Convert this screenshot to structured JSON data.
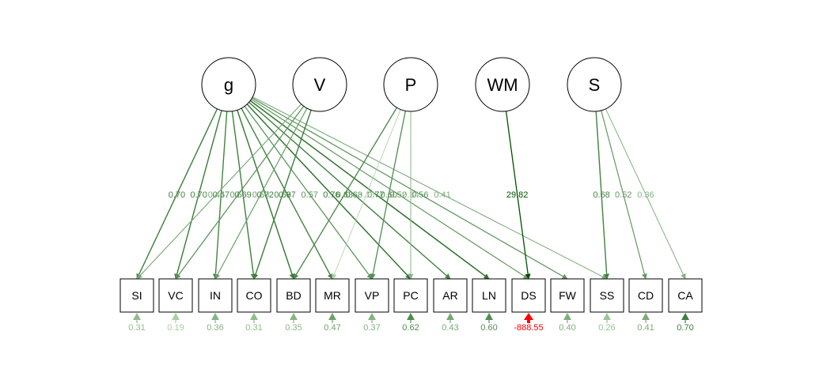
{
  "colors": {
    "background": "#ffffff",
    "node_stroke": "#000000",
    "negative": "#ff0000"
  },
  "latents": [
    "g",
    "V",
    "P",
    "WM",
    "S"
  ],
  "manifests": [
    "SI",
    "VC",
    "IN",
    "CO",
    "BD",
    "MR",
    "VP",
    "PC",
    "AR",
    "LN",
    "DS",
    "FW",
    "SS",
    "CD",
    "CA"
  ],
  "loadings": [
    {
      "from": "g",
      "to": "SI",
      "value": "0.70"
    },
    {
      "from": "g",
      "to": "VC",
      "value": "0.70"
    },
    {
      "from": "g",
      "to": "IN",
      "value": "0.67"
    },
    {
      "from": "g",
      "to": "CO",
      "value": "0.69"
    },
    {
      "from": "g",
      "to": "BD",
      "value": "0.72"
    },
    {
      "from": "g",
      "to": "MR",
      "value": "0.67"
    },
    {
      "from": "g",
      "to": "VP",
      "value": "0.57"
    },
    {
      "from": "g",
      "to": "PC",
      "value": "0.76"
    },
    {
      "from": "g",
      "to": "AR",
      "value": "0.68"
    },
    {
      "from": "g",
      "to": "LN",
      "value": "0.77"
    },
    {
      "from": "g",
      "to": "DS",
      "value": "0.52"
    },
    {
      "from": "g",
      "to": "FW",
      "value": "0.56"
    },
    {
      "from": "g",
      "to": "SS",
      "value": "0.41"
    },
    {
      "from": "V",
      "to": "SI",
      "value": "0.44"
    },
    {
      "from": "V",
      "to": "VC",
      "value": "0.56"
    },
    {
      "from": "V",
      "to": "IN",
      "value": "0.50"
    },
    {
      "from": "V",
      "to": "CO",
      "value": "0.69"
    },
    {
      "from": "P",
      "to": "BD",
      "value": "0.63"
    },
    {
      "from": "P",
      "to": "MR",
      "value": "0.18"
    },
    {
      "from": "P",
      "to": "VP",
      "value": "0.60"
    },
    {
      "from": "P",
      "to": "PC",
      "value": "0.34"
    },
    {
      "from": "WM",
      "to": "DS",
      "value": "29.82"
    },
    {
      "from": "S",
      "to": "SS",
      "value": "0.68"
    },
    {
      "from": "S",
      "to": "CD",
      "value": "0.52"
    },
    {
      "from": "S",
      "to": "CA",
      "value": "0.36"
    }
  ],
  "residuals": [
    {
      "node": "SI",
      "value": "0.31"
    },
    {
      "node": "VC",
      "value": "0.19"
    },
    {
      "node": "IN",
      "value": "0.36"
    },
    {
      "node": "CO",
      "value": "0.31"
    },
    {
      "node": "BD",
      "value": "0.35"
    },
    {
      "node": "MR",
      "value": "0.47"
    },
    {
      "node": "VP",
      "value": "0.37"
    },
    {
      "node": "PC",
      "value": "0.62"
    },
    {
      "node": "AR",
      "value": "0.43"
    },
    {
      "node": "LN",
      "value": "0.60"
    },
    {
      "node": "DS",
      "value": "-888.55"
    },
    {
      "node": "FW",
      "value": "0.40"
    },
    {
      "node": "SS",
      "value": "0.26"
    },
    {
      "node": "CD",
      "value": "0.41"
    },
    {
      "node": "CA",
      "value": "0.70"
    }
  ]
}
